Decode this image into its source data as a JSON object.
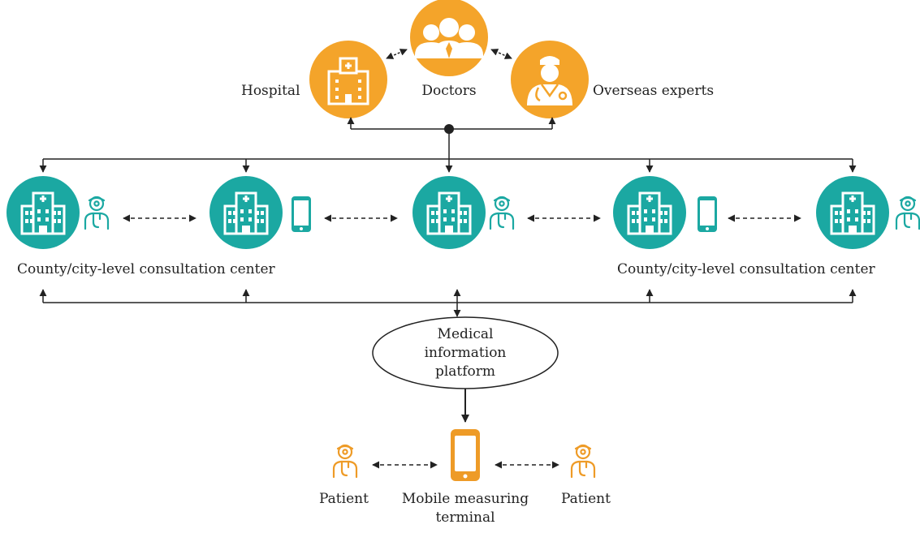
{
  "colors": {
    "top_accent": "#F4A42A",
    "center_accent": "#1BA8A2",
    "bottom_accent": "#EE9B27",
    "line": "#222222",
    "text": "#222222"
  },
  "top": {
    "hospital": {
      "label": "Hospital",
      "icon": "hospital-building-icon"
    },
    "doctors": {
      "label": "Doctors",
      "icon": "group-of-doctors-icon"
    },
    "experts": {
      "label": "Overseas experts",
      "icon": "doctor-with-stethoscope-icon"
    }
  },
  "centers": {
    "label_left": "County/city-level consultation center",
    "label_right": "County/city-level consultation center",
    "nodes": [
      {
        "icon": "hospital-icon",
        "companion": "person-icon"
      },
      {
        "icon": "hospital-icon",
        "companion": "mobile-phone-icon"
      },
      {
        "icon": "hospital-icon",
        "companion": "person-icon"
      },
      {
        "icon": "hospital-icon",
        "companion": "mobile-phone-icon"
      },
      {
        "icon": "hospital-icon",
        "companion": "person-icon"
      }
    ]
  },
  "platform": {
    "line1": "Medical",
    "line2": "information",
    "line3": "platform"
  },
  "bottom": {
    "patient_left": "Patient",
    "patient_right": "Patient",
    "terminal_line1": "Mobile measuring",
    "terminal_line2": "terminal"
  }
}
